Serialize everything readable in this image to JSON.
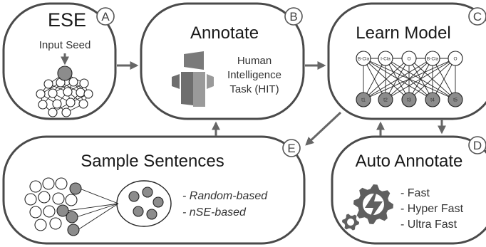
{
  "boxes": {
    "ese": {
      "title": "ESE",
      "badge": "A",
      "subtitle": "Input Seed"
    },
    "annotate": {
      "title": "Annotate",
      "badge": "B",
      "hit_lines": [
        "Human",
        "Intelligence",
        "Task (HIT)"
      ]
    },
    "learn": {
      "title": "Learn Model",
      "badge": "C",
      "top_nodes": [
        "B-Cla",
        "I-Cla",
        "O",
        "B-Cla",
        "O"
      ],
      "bottom_nodes": [
        "t1",
        "t2",
        "t3",
        "t4",
        "t5"
      ]
    },
    "sample": {
      "title": "Sample Sentences",
      "badge": "E",
      "items": [
        "- Random-based",
        "- nSE-based"
      ]
    },
    "auto": {
      "title": "Auto Annotate",
      "badge": "D",
      "items": [
        "- Fast",
        "- Hyper Fast",
        "- Ultra Fast"
      ]
    }
  },
  "colors": {
    "border": "#4a4a4a",
    "arrow": "#666666",
    "node_fill": "#8c8c8c",
    "aws_dark": "#6e6e6e",
    "aws_light": "#9a9a9a"
  },
  "icons": [
    "network-icon",
    "mechanical-turk-icon",
    "gear-bolt-icon",
    "cluster-icon"
  ]
}
